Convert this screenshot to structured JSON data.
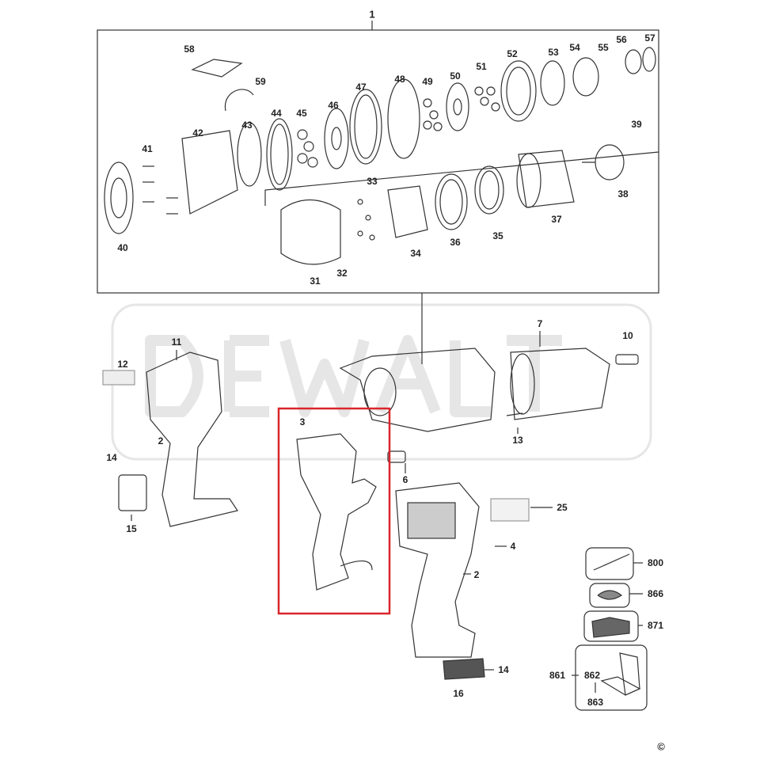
{
  "diagram": {
    "watermark": "DEWALT",
    "highlight_color": "#d9262b",
    "parts": [
      "1",
      "58",
      "59",
      "43",
      "44",
      "45",
      "46",
      "47",
      "48",
      "49",
      "50",
      "51",
      "52",
      "53",
      "54",
      "55",
      "56",
      "57",
      "41",
      "42",
      "39",
      "33",
      "40",
      "34",
      "36",
      "35",
      "37",
      "38",
      "31",
      "32",
      "7",
      "10",
      "11",
      "12",
      "2",
      "3",
      "13",
      "14",
      "6",
      "25",
      "15",
      "4",
      "2",
      "800",
      "866",
      "871",
      "14",
      "16",
      "861",
      "862",
      "863",
      "©"
    ]
  }
}
